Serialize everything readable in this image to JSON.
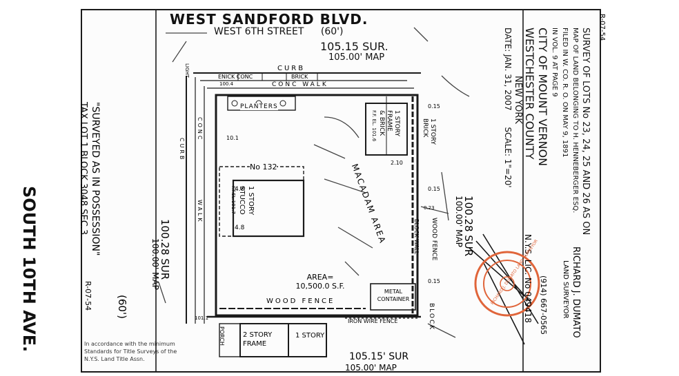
{
  "top_road": {
    "name": "WEST SANDFORD BLVD.",
    "alt": "WEST 6TH STREET",
    "width": "(60')"
  },
  "top_dims": {
    "sur": "105.15 SUR.",
    "map": "105.00' MAP"
  },
  "bottom_dims": {
    "sur": "105.15' SUR",
    "map": "105.00' MAP"
  },
  "left_road": {
    "name": "SOUTH 10TH AVE.",
    "width": "(60')"
  },
  "left_dims": {
    "sur": "100.28 SUR",
    "map": "100.00' MAP"
  },
  "right_dims": {
    "sur": "100.28 SUR",
    "map": "100.00' MAP"
  },
  "left_note": {
    "line1": "\"SURVEYED AS IN POSSESSION\"",
    "line2": "TAX LOT 1  BLOCK 3048  SEC.3",
    "code": "R-07-54"
  },
  "title_block": {
    "lines": [
      "SURVEY OF LOTS No 23, 24, 25 AND 26 AS ON",
      "MAP OF LAND BELONGING TO H. HENNEBERGER ESQ.",
      "FILED IN W. CO. R. O. ON MAY 9, 1891",
      "IN VOL. 9 AT PAGE 9",
      "CITY OF MOUNT VERNON",
      "WESTCHESTER COUNTY",
      "NEW YORK"
    ],
    "date": "DATE: JAN. 31, 2007",
    "scale": "SCALE: 1\"=20'",
    "corner_code": "R-07-54"
  },
  "surveyor": {
    "name": "RICHARD J. DUMATO",
    "title": "LAND SURVEYOR",
    "license": "N.Y.S. LIC. No 049418",
    "phone": "(914) 667-0565"
  },
  "buildings": {
    "house_number": "No 132",
    "stucco": [
      "1 STORY",
      "STUCCO",
      "F.F.EL.101.7"
    ],
    "frame_brick": [
      "1 STORY",
      "FRAME",
      "& BRICK",
      "F.F. EL. 101.6"
    ],
    "brick": [
      "1 STORY",
      "BRICK"
    ],
    "bottom_frame": [
      "2 STORY",
      "FRAME"
    ],
    "bottom_story": "1 STORY",
    "porch": "PORCH"
  },
  "features": {
    "curb": "CURB",
    "brick_walk": "BRICK",
    "conc_walk": "CONC  WALK",
    "planters": "PLANTERS",
    "macadam": "MACADAM AREA",
    "area": "AREA= 10,500.0 S.F.",
    "metal_container": "METAL CONTAINER",
    "wood_fence": "WOOD FENCE",
    "iron_fence": "IRON WIRE FENCE",
    "block_wall": "BLOCK WALL",
    "wood_fence_right": "WOOD FENCE",
    "block": "BLOCK",
    "enick_conc": "ENICK  CONC",
    "curb_left": "CURB",
    "conc_left": "CONC",
    "walk_left": "WALK",
    "light": "LIGHT"
  },
  "offsets": [
    "0.15",
    "0.15",
    "0.15",
    "0.23",
    "4.8",
    "4.8",
    "2.10",
    "10.1",
    "101.1",
    "100.4"
  ],
  "stamp_text": "RICHARD J. DUMATO LAND SURVEYOR",
  "footer": {
    "line1": "In accordance with the minimum",
    "line2": "Standards for Title Surveys of the",
    "line3": "N.Y.S. Land Title Assn."
  }
}
